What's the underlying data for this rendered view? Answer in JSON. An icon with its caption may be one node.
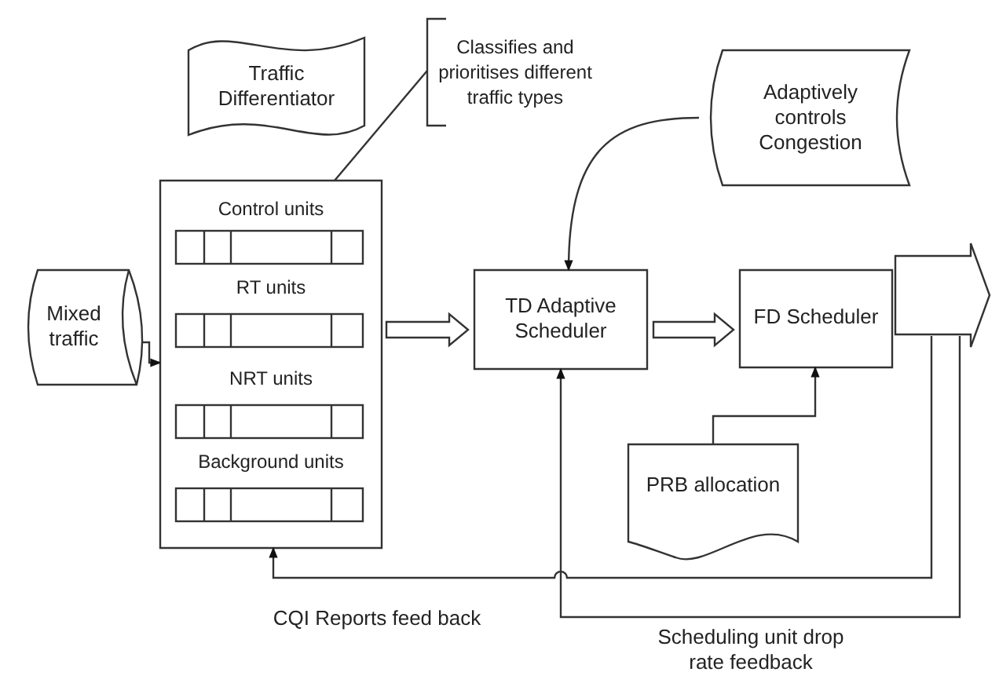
{
  "diagram": {
    "nodes": [
      {
        "text": [
          "Traffic Differentiator"
        ]
      },
      {
        "text": [
          "Classifies and prioritises different traffic types"
        ]
      },
      {
        "text": [
          "Adaptively controls Congestion"
        ]
      },
      {
        "text": [
          "Mixed traffic"
        ]
      },
      {
        "text": [
          "Control units",
          "RT units",
          "NRT units",
          "Background units"
        ]
      },
      {
        "text": [
          "TD Adaptive Scheduler"
        ]
      },
      {
        "text": [
          "FD Scheduler"
        ]
      },
      {
        "text": [
          "PRB allocation"
        ]
      }
    ],
    "edges": [
      {
        "from": 3,
        "to": 4,
        "arrow": "to"
      },
      {
        "from": 1,
        "to": 4,
        "arrow": "none"
      },
      {
        "from": 4,
        "to": 5,
        "arrow": "to",
        "style": "thick"
      },
      {
        "from": 2,
        "to": 5,
        "arrow": "to"
      },
      {
        "from": 5,
        "to": 6,
        "arrow": "to",
        "style": "thick"
      },
      {
        "from": 6,
        "to": null,
        "arrow": "to",
        "style": "thick"
      },
      {
        "from": 7,
        "to": 6,
        "arrow": "to"
      },
      {
        "from": 6,
        "to": 4,
        "arrow": "to",
        "label": "CQI Reports feed back"
      },
      {
        "from": 6,
        "to": 5,
        "arrow": "to",
        "label": "Scheduling unit drop rate feedback"
      }
    ]
  }
}
